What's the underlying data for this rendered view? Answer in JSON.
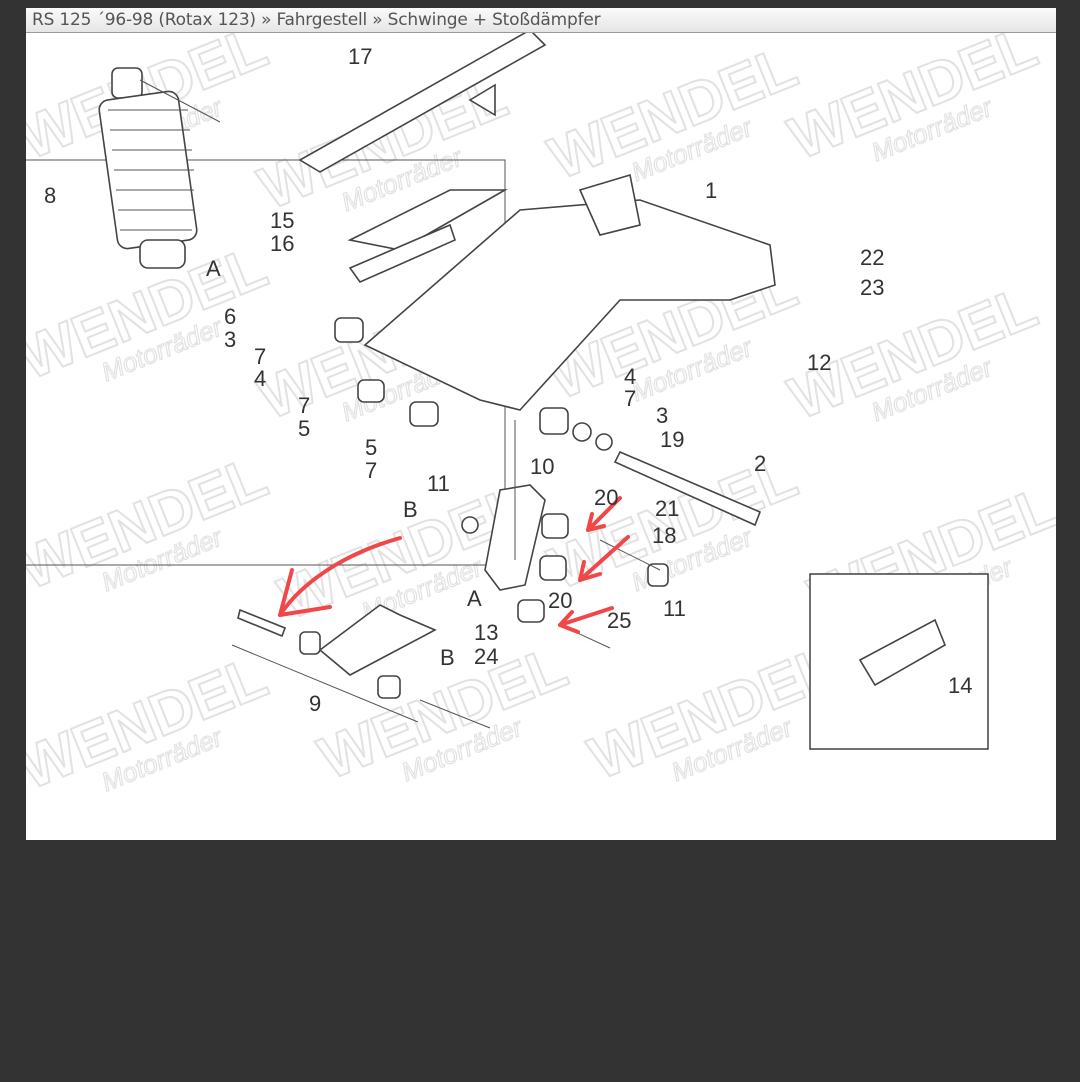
{
  "breadcrumb": "RS 125 ´96-98 (Rotax 123) » Fahrgestell » Schwinge + Stoßdämpfer",
  "watermark": {
    "brand": "WENDEL",
    "sub": "Motorräder"
  },
  "labels": [
    "17",
    "8",
    "A",
    "15",
    "16",
    "6",
    "3",
    "7",
    "4",
    "7",
    "5",
    "5",
    "7",
    "1",
    "22",
    "23",
    "12",
    "4",
    "7",
    "3",
    "19",
    "2",
    "11",
    "B",
    "10",
    "20",
    "21",
    "18",
    "20",
    "11",
    "25",
    "A",
    "13",
    "24",
    "B",
    "9",
    "14"
  ],
  "colors": {
    "annotation": "#f04848",
    "background": "#333333"
  }
}
